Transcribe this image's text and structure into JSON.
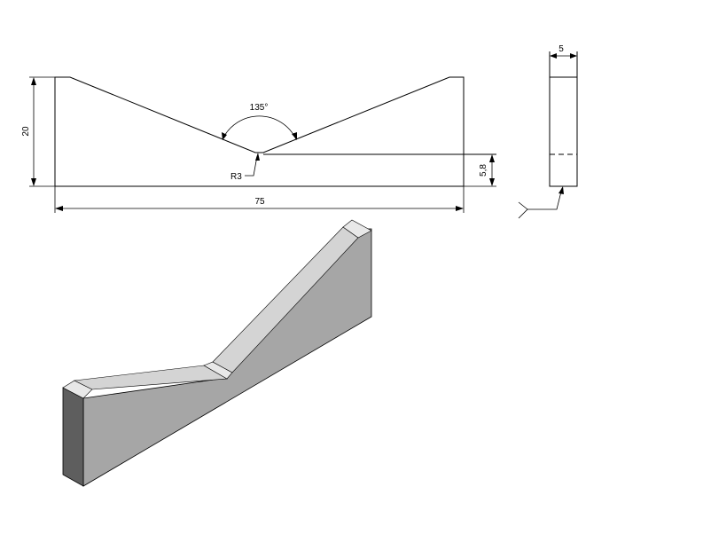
{
  "front_view": {
    "dim_height": "20",
    "dim_width": "75",
    "dim_angle": "135°",
    "dim_radius": "R3",
    "dim_groove_depth": "5,8"
  },
  "side_view": {
    "dim_thickness": "5"
  },
  "colors": {
    "line": "#000000",
    "iso_front_face": "#a6a6a6",
    "iso_top_face": "#d4d4d4",
    "iso_end_face": "#5e5e5e",
    "iso_chamfer_face": "#e8e8e8"
  }
}
